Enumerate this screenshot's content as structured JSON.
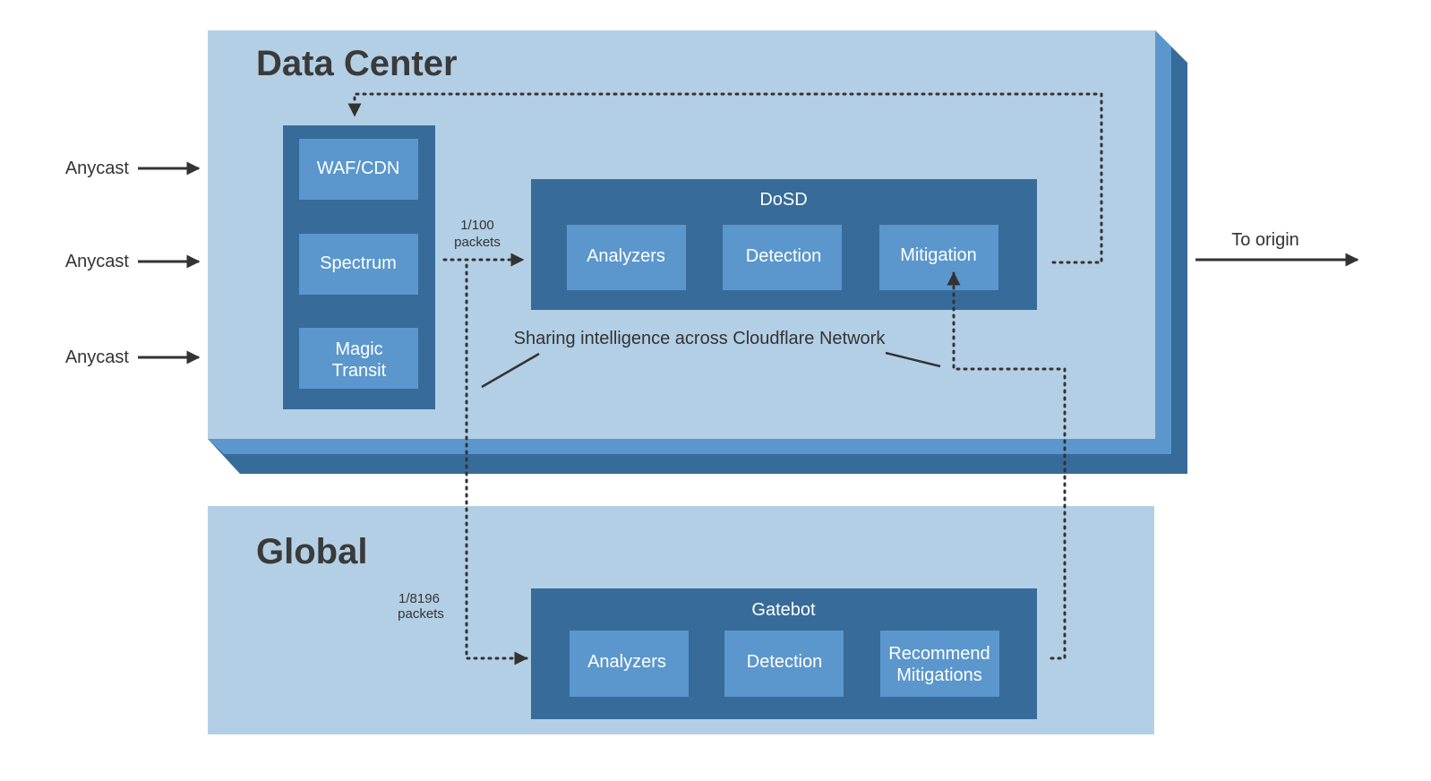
{
  "data_center": {
    "title": "Data Center",
    "edge_boxes": [
      {
        "label": "WAF/CDN"
      },
      {
        "label": "Spectrum"
      },
      {
        "label_lines": [
          "Magic",
          "Transit"
        ]
      }
    ],
    "dosd": {
      "title": "DoSD",
      "items": [
        "Analyzers",
        "Detection",
        "Mitigation"
      ]
    },
    "sample_rate": [
      "1/100",
      "packets"
    ],
    "sharing_text": "Sharing intelligence across Cloudflare Network"
  },
  "global": {
    "title": "Global",
    "gatebot": {
      "title": "Gatebot",
      "items": [
        {
          "label": "Analyzers"
        },
        {
          "label": "Detection"
        },
        {
          "label_lines": [
            "Recommend",
            "Mitigations"
          ]
        }
      ]
    },
    "sample_rate": [
      "1/8196",
      "packets"
    ]
  },
  "inputs": [
    "Anycast",
    "Anycast",
    "Anycast"
  ],
  "output": "To origin",
  "colors": {
    "panel_light": "#b3cfe5",
    "panel_mid": "#5b97cc",
    "panel_dark": "#376b99",
    "box_light": "#5b97cc",
    "text_dark": "#333333"
  }
}
